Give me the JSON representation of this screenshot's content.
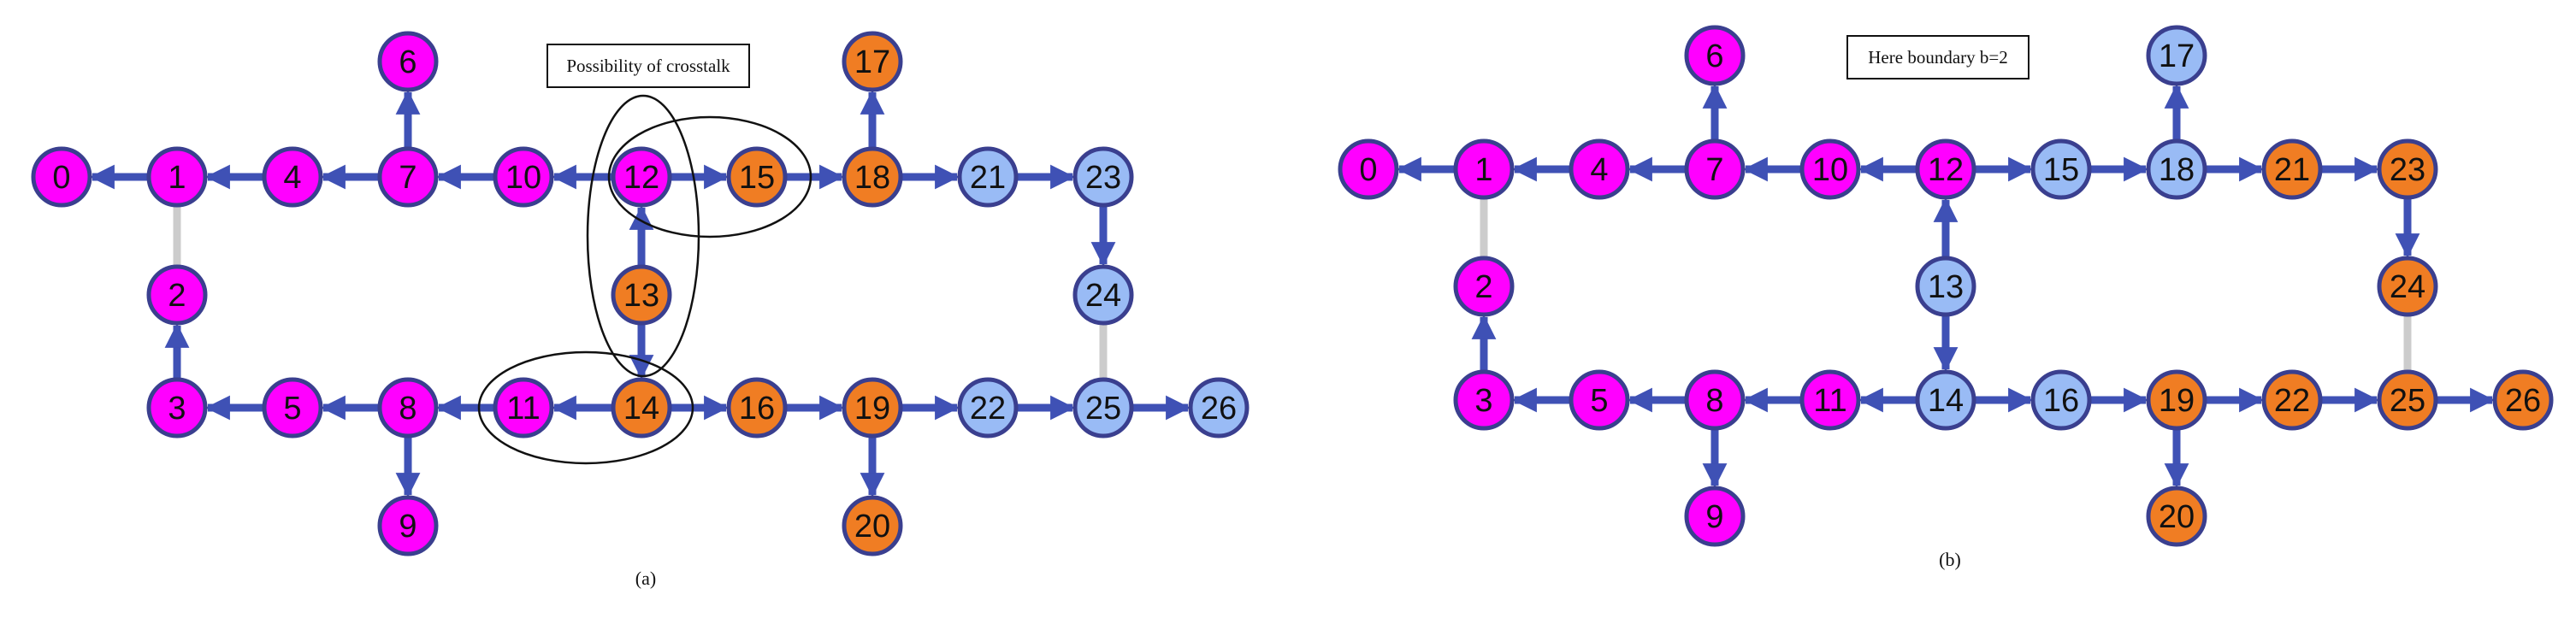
{
  "colors": {
    "magenta": "#ff00ff",
    "orange": "#f07d23",
    "blue": "#99bbf5",
    "node_stroke": "#3a3f8f",
    "edge": "#3f51b5",
    "weak_edge": "#cccccc"
  },
  "panels": [
    {
      "id": "a",
      "caption": "(a)",
      "note": "Possibility of crosstalk",
      "nodes": {
        "0": "magenta",
        "1": "magenta",
        "2": "magenta",
        "3": "magenta",
        "4": "magenta",
        "5": "magenta",
        "6": "magenta",
        "7": "magenta",
        "8": "magenta",
        "9": "magenta",
        "10": "magenta",
        "11": "magenta",
        "12": "magenta",
        "13": "orange",
        "14": "orange",
        "15": "orange",
        "16": "orange",
        "17": "orange",
        "18": "orange",
        "19": "orange",
        "20": "orange",
        "21": "blue",
        "22": "blue",
        "23": "blue",
        "24": "blue",
        "25": "blue",
        "26": "blue"
      },
      "edges": [
        [
          "1",
          "0"
        ],
        [
          "4",
          "1"
        ],
        [
          "7",
          "4"
        ],
        [
          "10",
          "7"
        ],
        [
          "12",
          "10"
        ],
        [
          "12",
          "15"
        ],
        [
          "15",
          "18"
        ],
        [
          "18",
          "21"
        ],
        [
          "21",
          "23"
        ],
        [
          "7",
          "6"
        ],
        [
          "18",
          "17"
        ],
        [
          "13",
          "12"
        ],
        [
          "13",
          "14"
        ],
        [
          "23",
          "24"
        ],
        [
          "3",
          "2"
        ],
        [
          "8",
          "5"
        ],
        [
          "5",
          "3"
        ],
        [
          "11",
          "8"
        ],
        [
          "14",
          "11"
        ],
        [
          "14",
          "16"
        ],
        [
          "16",
          "19"
        ],
        [
          "19",
          "22"
        ],
        [
          "22",
          "25"
        ],
        [
          "25",
          "26"
        ],
        [
          "8",
          "9"
        ],
        [
          "19",
          "20"
        ]
      ],
      "weak_edges": [
        [
          "1",
          "2"
        ],
        [
          "24",
          "25"
        ]
      ],
      "ellipses": [
        "12-13",
        "12-15",
        "11-14"
      ]
    },
    {
      "id": "b",
      "caption": "(b)",
      "note": "Here boundary b=2",
      "nodes": {
        "0": "magenta",
        "1": "magenta",
        "2": "magenta",
        "3": "magenta",
        "4": "magenta",
        "5": "magenta",
        "6": "magenta",
        "7": "magenta",
        "8": "magenta",
        "9": "magenta",
        "10": "magenta",
        "11": "magenta",
        "12": "magenta",
        "13": "blue",
        "14": "blue",
        "15": "blue",
        "16": "blue",
        "17": "blue",
        "18": "blue",
        "19": "orange",
        "20": "orange",
        "21": "orange",
        "22": "orange",
        "23": "orange",
        "24": "orange",
        "25": "orange",
        "26": "orange"
      },
      "edges": [
        [
          "1",
          "0"
        ],
        [
          "4",
          "1"
        ],
        [
          "7",
          "4"
        ],
        [
          "10",
          "7"
        ],
        [
          "12",
          "10"
        ],
        [
          "12",
          "15"
        ],
        [
          "15",
          "18"
        ],
        [
          "18",
          "21"
        ],
        [
          "21",
          "23"
        ],
        [
          "7",
          "6"
        ],
        [
          "18",
          "17"
        ],
        [
          "13",
          "12"
        ],
        [
          "13",
          "14"
        ],
        [
          "23",
          "24"
        ],
        [
          "3",
          "2"
        ],
        [
          "8",
          "5"
        ],
        [
          "5",
          "3"
        ],
        [
          "11",
          "8"
        ],
        [
          "14",
          "11"
        ],
        [
          "14",
          "16"
        ],
        [
          "16",
          "19"
        ],
        [
          "19",
          "22"
        ],
        [
          "22",
          "25"
        ],
        [
          "25",
          "26"
        ],
        [
          "8",
          "9"
        ],
        [
          "19",
          "20"
        ]
      ],
      "weak_edges": [
        [
          "1",
          "2"
        ],
        [
          "24",
          "25"
        ]
      ],
      "ellipses": []
    }
  ]
}
